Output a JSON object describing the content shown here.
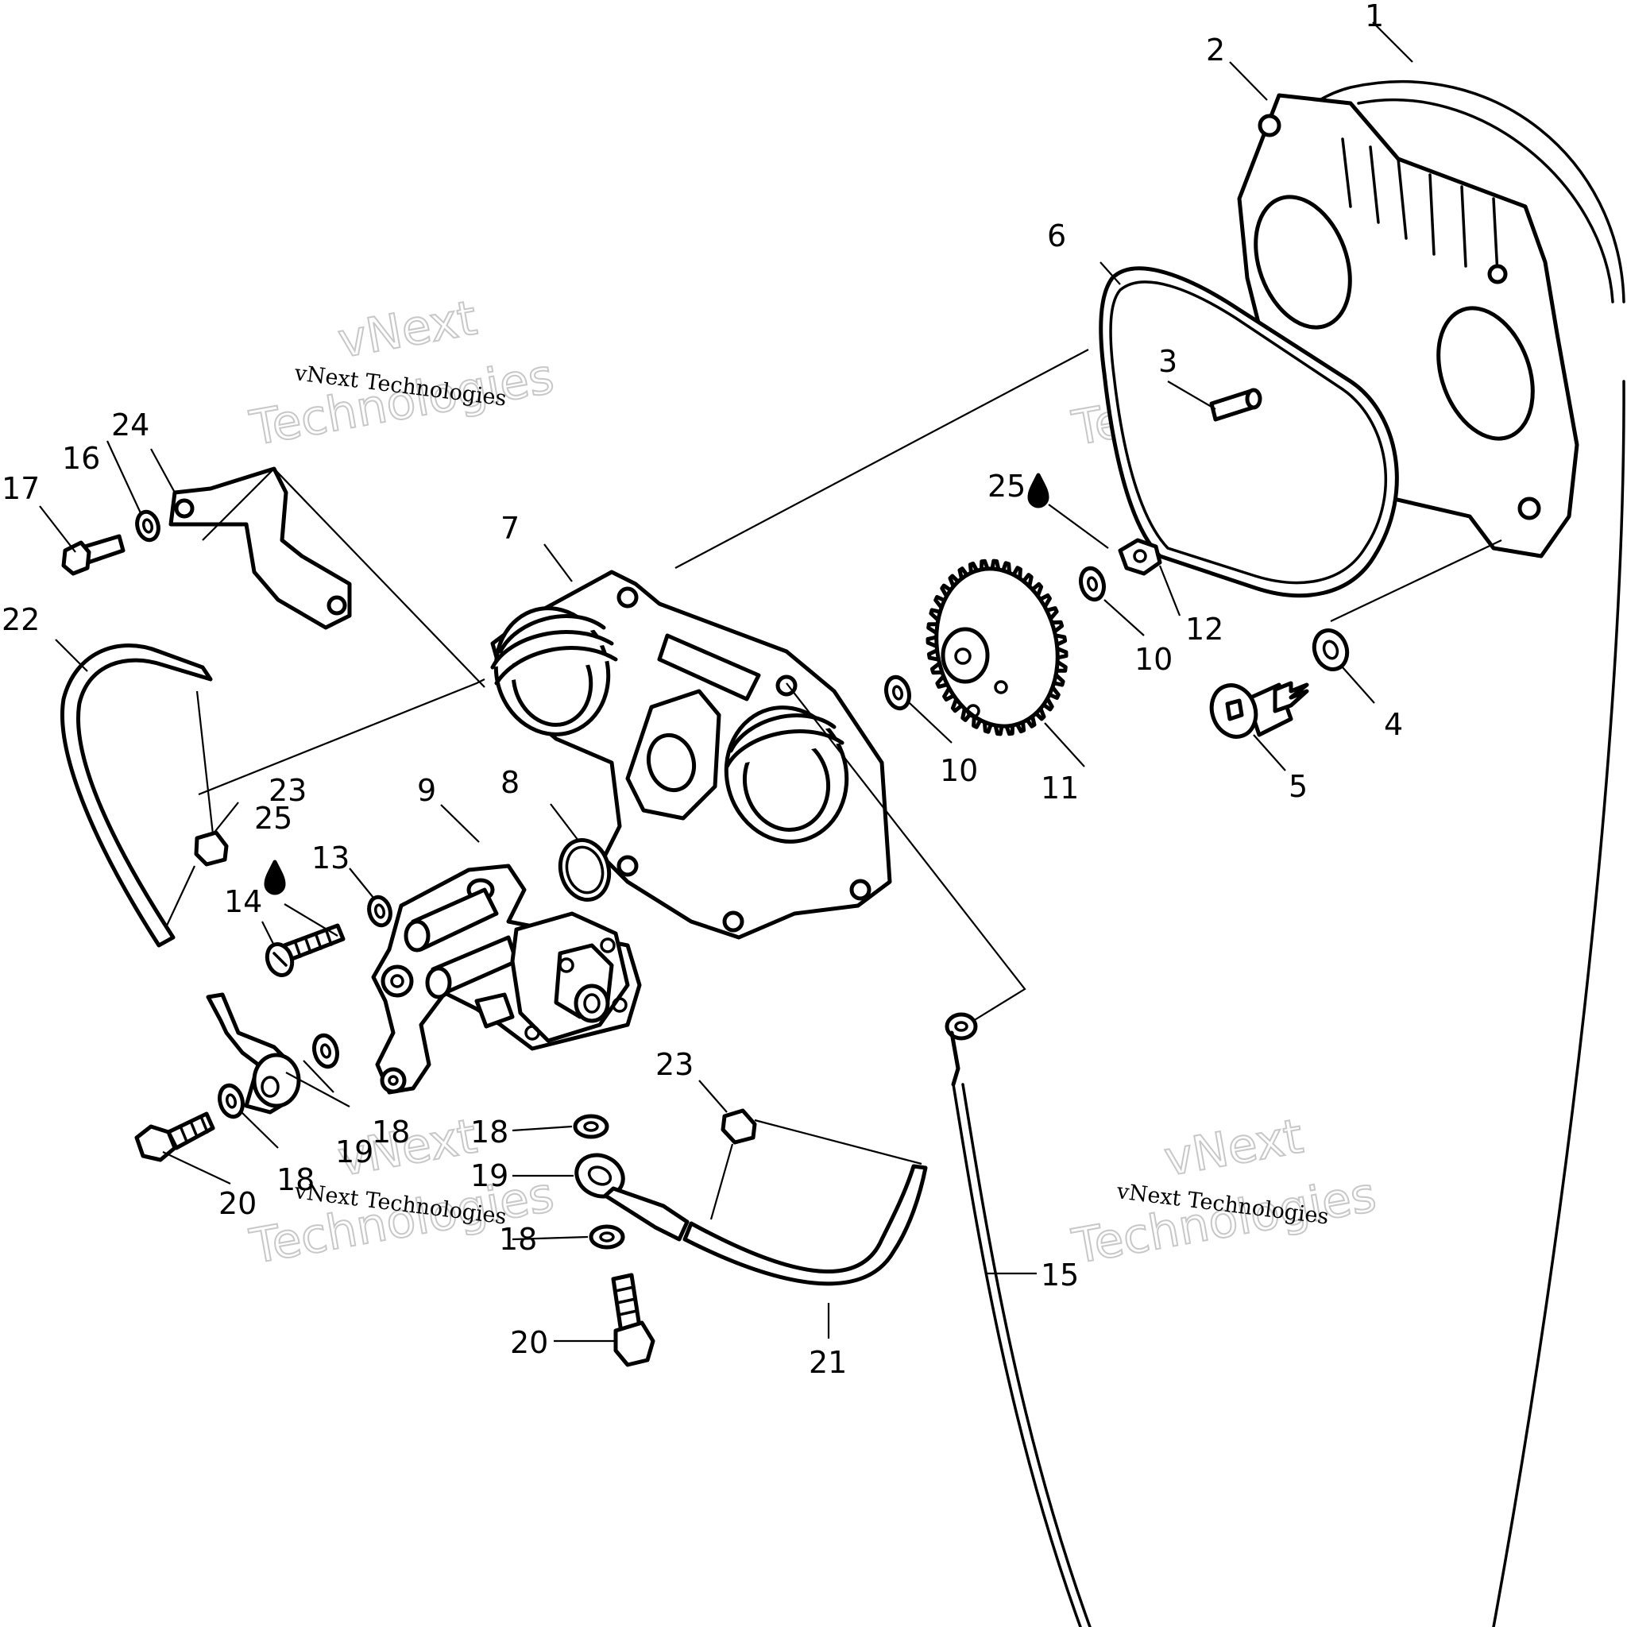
{
  "callouts": {
    "n1": "1",
    "n2": "2",
    "n3": "3",
    "n4": "4",
    "n5": "5",
    "n6": "6",
    "n7": "7",
    "n8": "8",
    "n9": "9",
    "n10a": "10",
    "n10b": "10",
    "n11": "11",
    "n12": "12",
    "n13": "13",
    "n14": "14",
    "n15": "15",
    "n16": "16",
    "n17": "17",
    "n18a": "18",
    "n18b": "18",
    "n18c": "18",
    "n18d": "18",
    "n18e": "18",
    "n19a": "19",
    "n19b": "19",
    "n20a": "20",
    "n20b": "20",
    "n21": "21",
    "n22": "22",
    "n23a": "23",
    "n23b": "23",
    "n24": "24",
    "n25a": "25",
    "n25b": "25"
  },
  "watermark": {
    "brand": "vNext",
    "word": "Technologies",
    "line": "vNext Technologies"
  },
  "icons": {
    "oil_drop": "oil-drop-icon"
  }
}
